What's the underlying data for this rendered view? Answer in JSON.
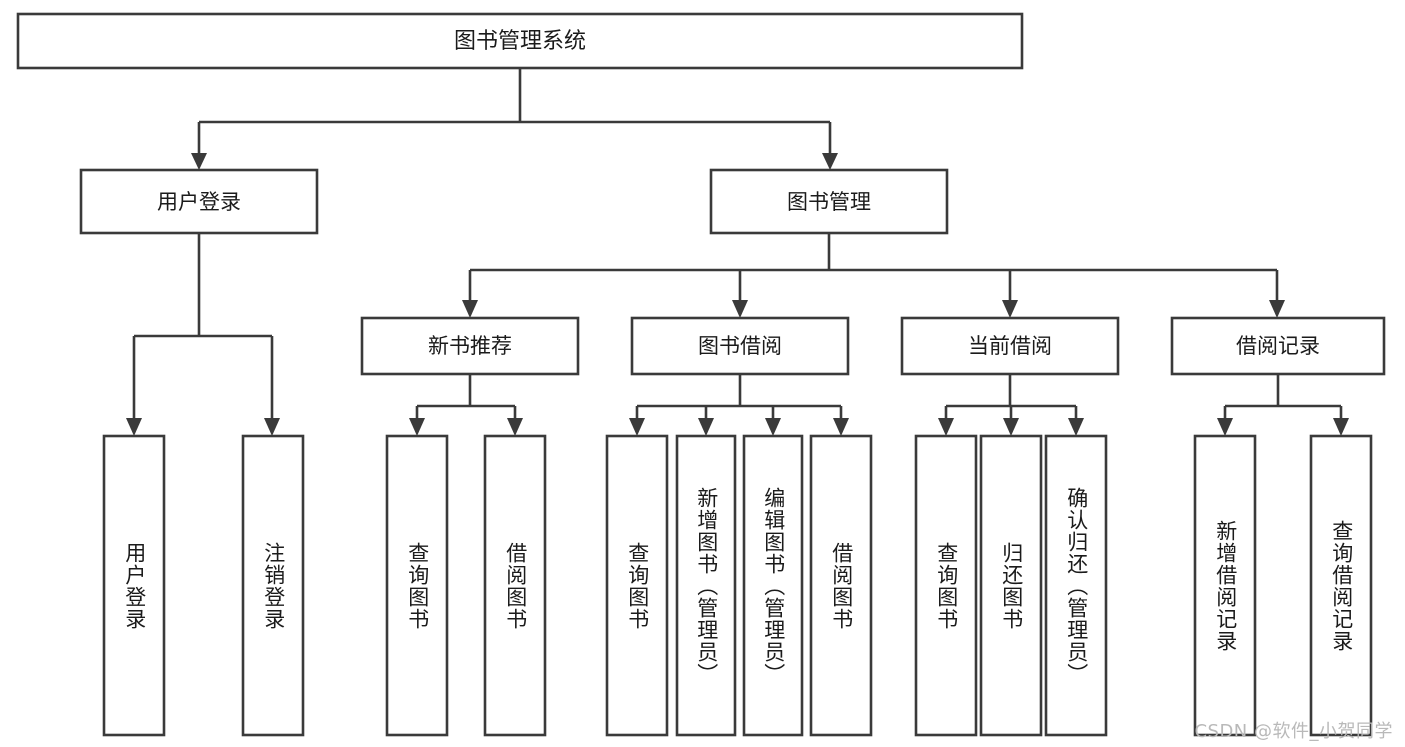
{
  "diagram": {
    "title": "图书管理系统",
    "type": "tree-hierarchy",
    "watermark": "CSDN @软件_小贺同学",
    "root": {
      "id": "root",
      "label": "图书管理系统"
    },
    "level2": [
      {
        "id": "user-login",
        "label": "用户登录"
      },
      {
        "id": "book-manage",
        "label": "图书管理"
      }
    ],
    "level3": [
      {
        "id": "new-book-rec",
        "label": "新书推荐",
        "parent": "book-manage"
      },
      {
        "id": "book-borrow",
        "label": "图书借阅",
        "parent": "book-manage"
      },
      {
        "id": "current-borrow",
        "label": "当前借阅",
        "parent": "book-manage"
      },
      {
        "id": "borrow-record",
        "label": "借阅记录",
        "parent": "book-manage"
      }
    ],
    "leaves": {
      "user-login": [
        {
          "id": "leaf-user-login",
          "label": "用户登录"
        },
        {
          "id": "leaf-logout-login",
          "label": "注销登录"
        }
      ],
      "new-book-rec": [
        {
          "id": "leaf-query-book-1",
          "label": "查询图书"
        },
        {
          "id": "leaf-borrow-book-1",
          "label": "借阅图书"
        }
      ],
      "book-borrow": [
        {
          "id": "leaf-query-book-2",
          "label": "查询图书"
        },
        {
          "id": "leaf-add-book",
          "label": "新增图书（管理员）"
        },
        {
          "id": "leaf-edit-book",
          "label": "编辑图书（管理员）"
        },
        {
          "id": "leaf-borrow-book-2",
          "label": "借阅图书"
        }
      ],
      "current-borrow": [
        {
          "id": "leaf-query-book-3",
          "label": "查询图书"
        },
        {
          "id": "leaf-return-book",
          "label": "归还图书"
        },
        {
          "id": "leaf-confirm-return",
          "label": "确认归还（管理员）"
        }
      ],
      "borrow-record": [
        {
          "id": "leaf-add-record",
          "label": "新增借阅记录"
        },
        {
          "id": "leaf-query-record",
          "label": "查询借阅记录"
        }
      ]
    },
    "colors": {
      "background": "#ffffff",
      "box_fill": "#ffffff",
      "box_stroke": "#3a3a3a",
      "text": "#1b1b1b",
      "watermark": "#b9b9b9"
    }
  }
}
